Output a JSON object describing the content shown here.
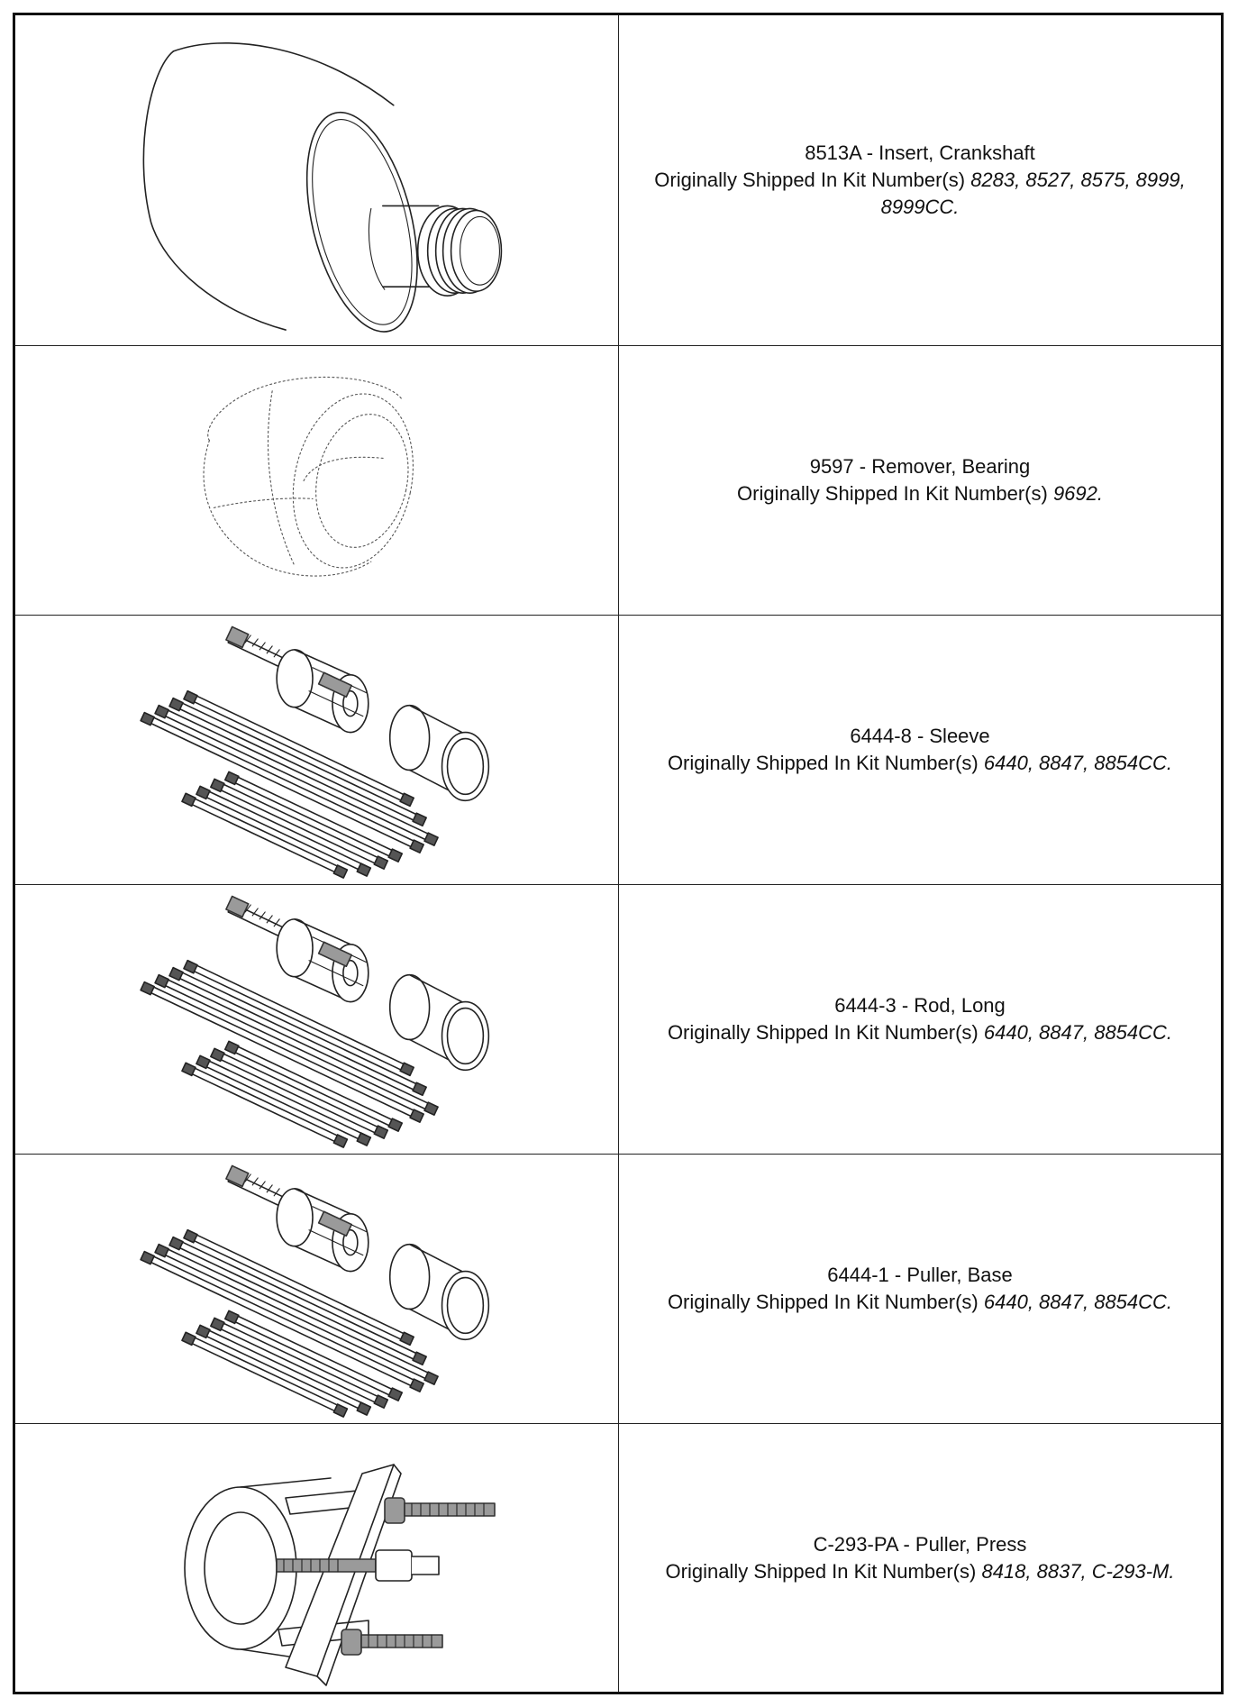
{
  "rows": [
    {
      "title": "8513A - Insert, Crankshaft",
      "prefix": "Originally Shipped In Kit Number(s)",
      "kits": "8283, 8527, 8575, 8999, 8999CC.",
      "icon": "crankshaft-insert-illustration"
    },
    {
      "title": "9597 - Remover, Bearing",
      "prefix": "Originally Shipped In Kit Number(s)",
      "kits": "9692.",
      "icon": "bearing-remover-illustration"
    },
    {
      "title": "6444-8 - Sleeve",
      "prefix": "Originally Shipped In Kit Number(s)",
      "kits": "6440, 8847, 8854CC.",
      "icon": "puller-kit-illustration"
    },
    {
      "title": "6444-3 - Rod, Long",
      "prefix": "Originally Shipped In Kit Number(s)",
      "kits": "6440, 8847, 8854CC.",
      "icon": "puller-kit-illustration"
    },
    {
      "title": "6444-1 - Puller, Base",
      "prefix": "Originally Shipped In Kit Number(s)",
      "kits": "6440, 8847, 8854CC.",
      "icon": "puller-kit-illustration"
    },
    {
      "title": "C-293-PA - Puller, Press",
      "prefix": "Originally Shipped In Kit Number(s)",
      "kits": "8418, 8837, C-293-M.",
      "icon": "press-puller-illustration"
    }
  ]
}
